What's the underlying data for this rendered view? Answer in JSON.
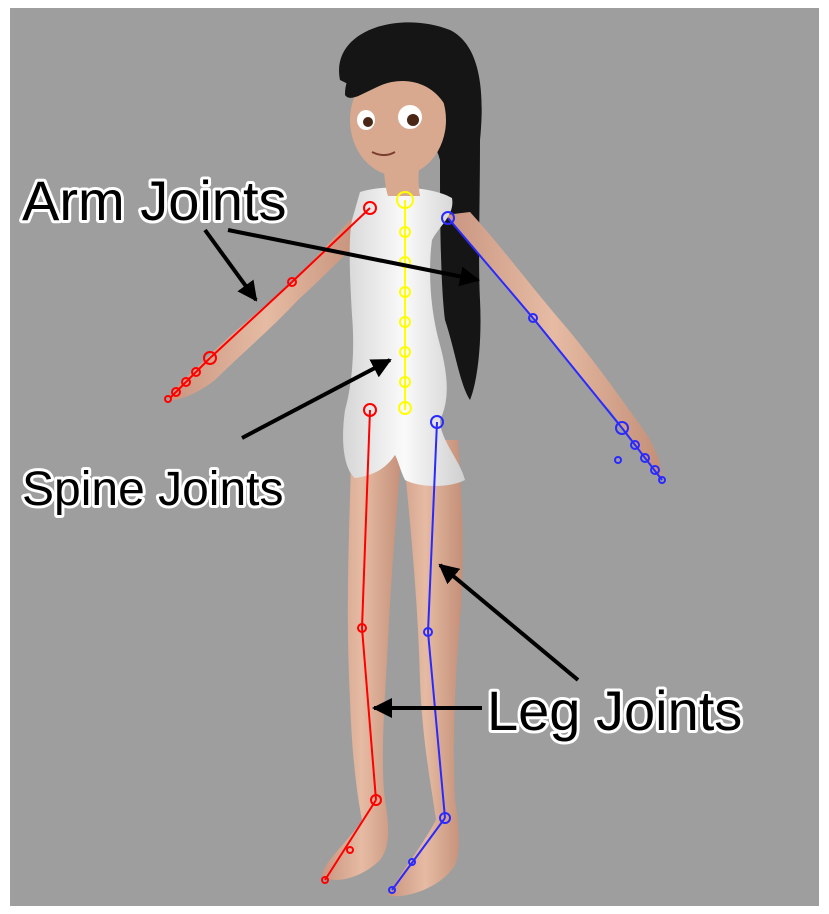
{
  "labels": {
    "arm": "Arm Joints",
    "spine": "Spine Joints",
    "leg": "Leg Joints"
  },
  "colors": {
    "background": "#9e9e9e",
    "skin": "#d9a98f",
    "clothing": "#f2f2f2",
    "hair": "#151515",
    "left_side_joints": "#ff0000",
    "right_side_joints": "#2a2aff",
    "spine_joints": "#ffff00",
    "arrow": "#000000"
  }
}
